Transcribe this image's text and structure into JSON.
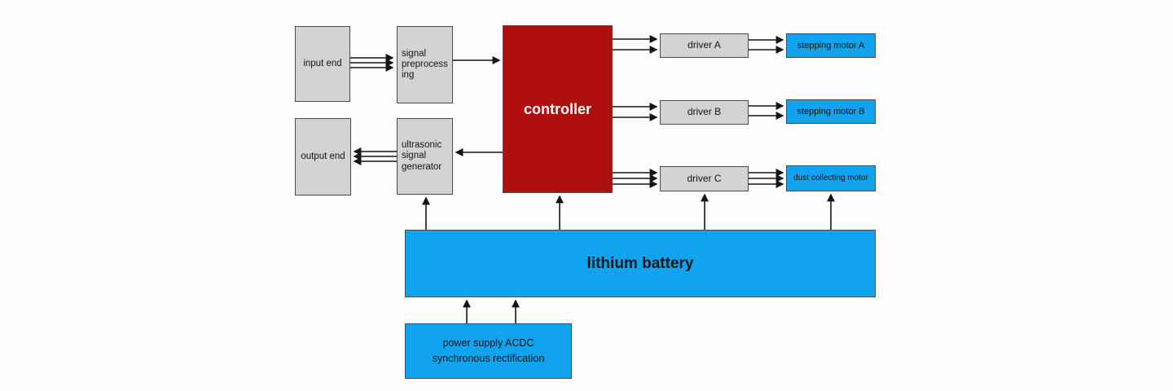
{
  "colors": {
    "background": "#fdfdfd",
    "node_gray": "#d3d3d3",
    "node_red": "#b00f10",
    "node_blue": "#12a3ee",
    "border": "#4a4a4a",
    "arrow": "#151515"
  },
  "nodes": {
    "input_end": {
      "label": "input end"
    },
    "signal_preprocessing": {
      "label": "signal preprocessing"
    },
    "controller": {
      "label": "controller"
    },
    "output_end": {
      "label": "output end"
    },
    "ultrasonic_signal_generator": {
      "label": "ultrasonic signal generator"
    },
    "driver_a": {
      "label": "driver A"
    },
    "driver_b": {
      "label": "driver B"
    },
    "driver_c": {
      "label": "driver C"
    },
    "stepping_motor_a": {
      "label": "stepping motor A"
    },
    "stepping_motor_b": {
      "label": "stepping motor B"
    },
    "dust_collecting_motor": {
      "label": "dust collecting motor"
    },
    "lithium_battery": {
      "label": "lithium battery"
    },
    "power_supply": {
      "label": "power supply ACDC synchronous rectification"
    }
  }
}
